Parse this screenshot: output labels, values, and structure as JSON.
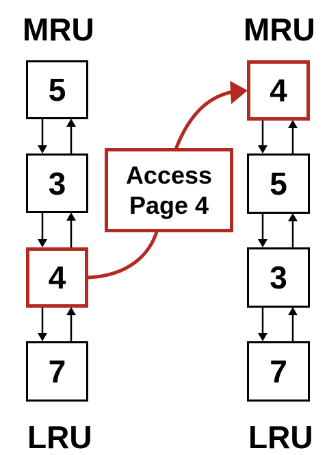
{
  "left_list": {
    "top_label": "MRU",
    "bottom_label": "LRU",
    "pages": [
      "5",
      "3",
      "4",
      "7"
    ],
    "highlighted_page": "4"
  },
  "right_list": {
    "top_label": "MRU",
    "bottom_label": "LRU",
    "pages": [
      "4",
      "5",
      "3",
      "7"
    ],
    "highlighted_page": "4"
  },
  "callout": {
    "line1": "Access",
    "line2": "Page 4"
  },
  "colors": {
    "highlight": "#b22a22",
    "normal": "#000000"
  }
}
